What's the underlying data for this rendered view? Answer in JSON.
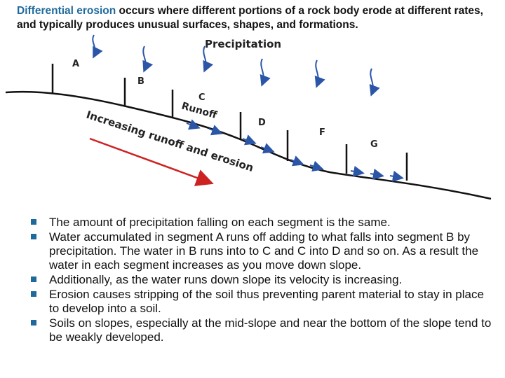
{
  "intro": {
    "term": "Differential erosion",
    "rest": " occurs where different portions of a rock body erode at different rates, and typically produces unusual surfaces, shapes, and formations."
  },
  "figure": {
    "precipitation_label": "Precipitation",
    "runoff_label": "Runoff",
    "increasing_label": "Increasing runoff and erosion",
    "segments": [
      "A",
      "B",
      "C",
      "D",
      "F",
      "G"
    ]
  },
  "bullets": [
    "The amount of precipitation falling on each segment is the same.",
    "Water accumulated in segment A runs off adding to what falls into segment B by precipitation. The water in B runs into to C and C into D and so on. As a result the water in each segment increases as you move down slope.",
    " Additionally, as the water runs down slope its velocity is increasing.",
    "Erosion causes stripping of the soil thus preventing parent material to stay in place to develop into a soil.",
    "Soils on slopes, especially at the mid-slope and near the bottom of the slope tend to be weakly developed."
  ],
  "colors": {
    "accent": "#1f6a9c",
    "arrow": "#cc2222",
    "water": "#2b56a8"
  }
}
